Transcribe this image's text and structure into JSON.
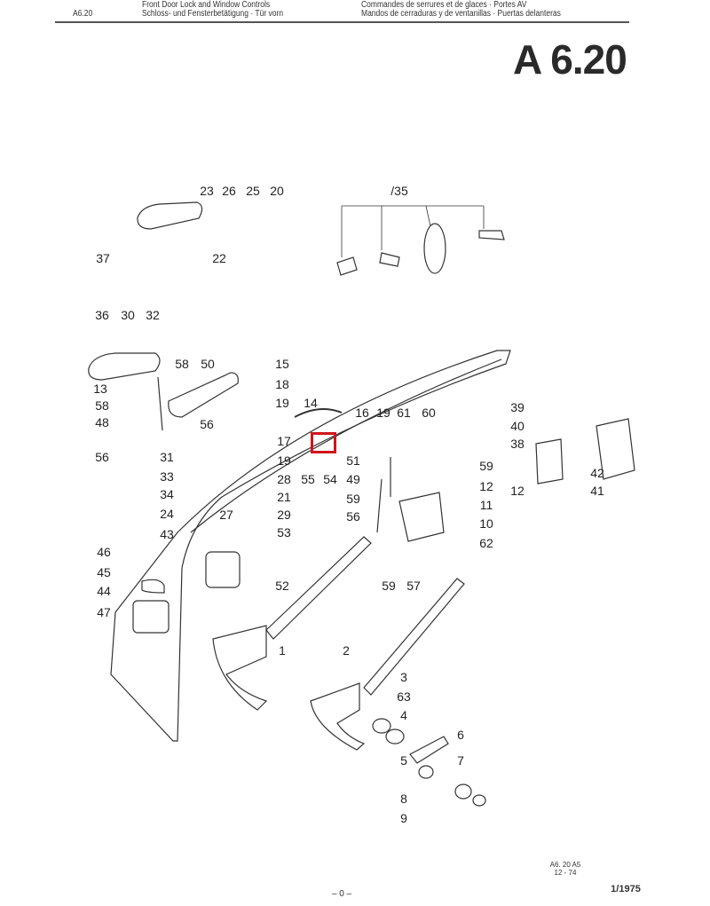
{
  "header": {
    "code": "A6.20",
    "title_en": "Front Door Lock and Window Controls",
    "title_de": "Schloss- und Fensterbetätigung · Tür vorn",
    "title_fr": "Commandes de serrures et de glaces · Portes AV",
    "title_es": "Mandos de cerraduras y de ventanillas · Puertas delanteras",
    "page_code": "A 6.20"
  },
  "callouts": [
    "23",
    "26",
    "25",
    "20",
    "22",
    "/35",
    "37",
    "36",
    "30",
    "32",
    "58",
    "50",
    "15",
    "13",
    "18",
    "58",
    "19",
    "48",
    "56",
    "14",
    "16",
    "19",
    "61",
    "60",
    "39",
    "40",
    "38",
    "17",
    "56",
    "31",
    "19",
    "28",
    "55",
    "54",
    "51",
    "59",
    "12",
    "11",
    "33",
    "34",
    "21",
    "49",
    "59",
    "24",
    "27",
    "29",
    "56",
    "10",
    "62",
    "43",
    "53",
    "12",
    "42",
    "41",
    "46",
    "45",
    "44",
    "47",
    "52",
    "59",
    "57",
    "1",
    "2",
    "3",
    "63",
    "4",
    "6",
    "5",
    "7",
    "8",
    "9"
  ],
  "highlight": {
    "part": "17",
    "color": "#d0141c"
  },
  "footer": {
    "ref": "A6. 20 A5",
    "ref_date": "12 - 74",
    "page": "– 0 –",
    "edition": "1/1975"
  }
}
